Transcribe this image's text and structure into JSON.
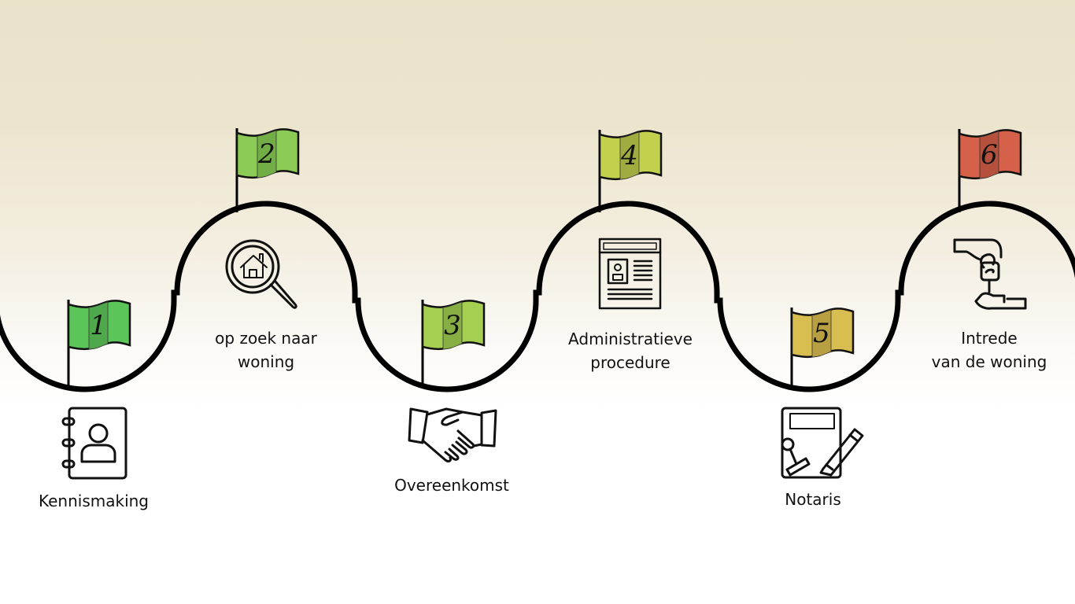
{
  "diagram": {
    "type": "journey-roadmap",
    "background": {
      "top_color": "#EAE2C9",
      "bottom_color": "#FFFFFF"
    },
    "path_color": "#000000",
    "steps": [
      {
        "number": "1",
        "label_lines": [
          "Kennismaking"
        ],
        "icon": "contact-book-icon",
        "flag_color": "#5CC55A",
        "flag_stripe": "#4FA84C",
        "position": "valley"
      },
      {
        "number": "2",
        "label_lines": [
          "op zoek naar",
          "woning"
        ],
        "icon": "house-search-icon",
        "flag_color": "#8BCB55",
        "flag_stripe": "#72AD45",
        "position": "peak"
      },
      {
        "number": "3",
        "label_lines": [
          "Overeenkomst"
        ],
        "icon": "handshake-icon",
        "flag_color": "#A4CF51",
        "flag_stripe": "#86AE42",
        "position": "valley"
      },
      {
        "number": "4",
        "label_lines": [
          "Administratieve",
          "procedure"
        ],
        "icon": "profile-document-icon",
        "flag_color": "#C3D04E",
        "flag_stripe": "#A0AC40",
        "position": "peak"
      },
      {
        "number": "5",
        "label_lines": [
          "Notaris"
        ],
        "icon": "notary-stamp-pen-icon",
        "flag_color": "#D8BE50",
        "flag_stripe": "#B89F42",
        "position": "valley"
      },
      {
        "number": "6",
        "label_lines": [
          "Intrede",
          "van de woning"
        ],
        "icon": "key-handover-icon",
        "flag_color": "#D6614A",
        "flag_stripe": "#B5503D",
        "position": "peak"
      }
    ]
  }
}
